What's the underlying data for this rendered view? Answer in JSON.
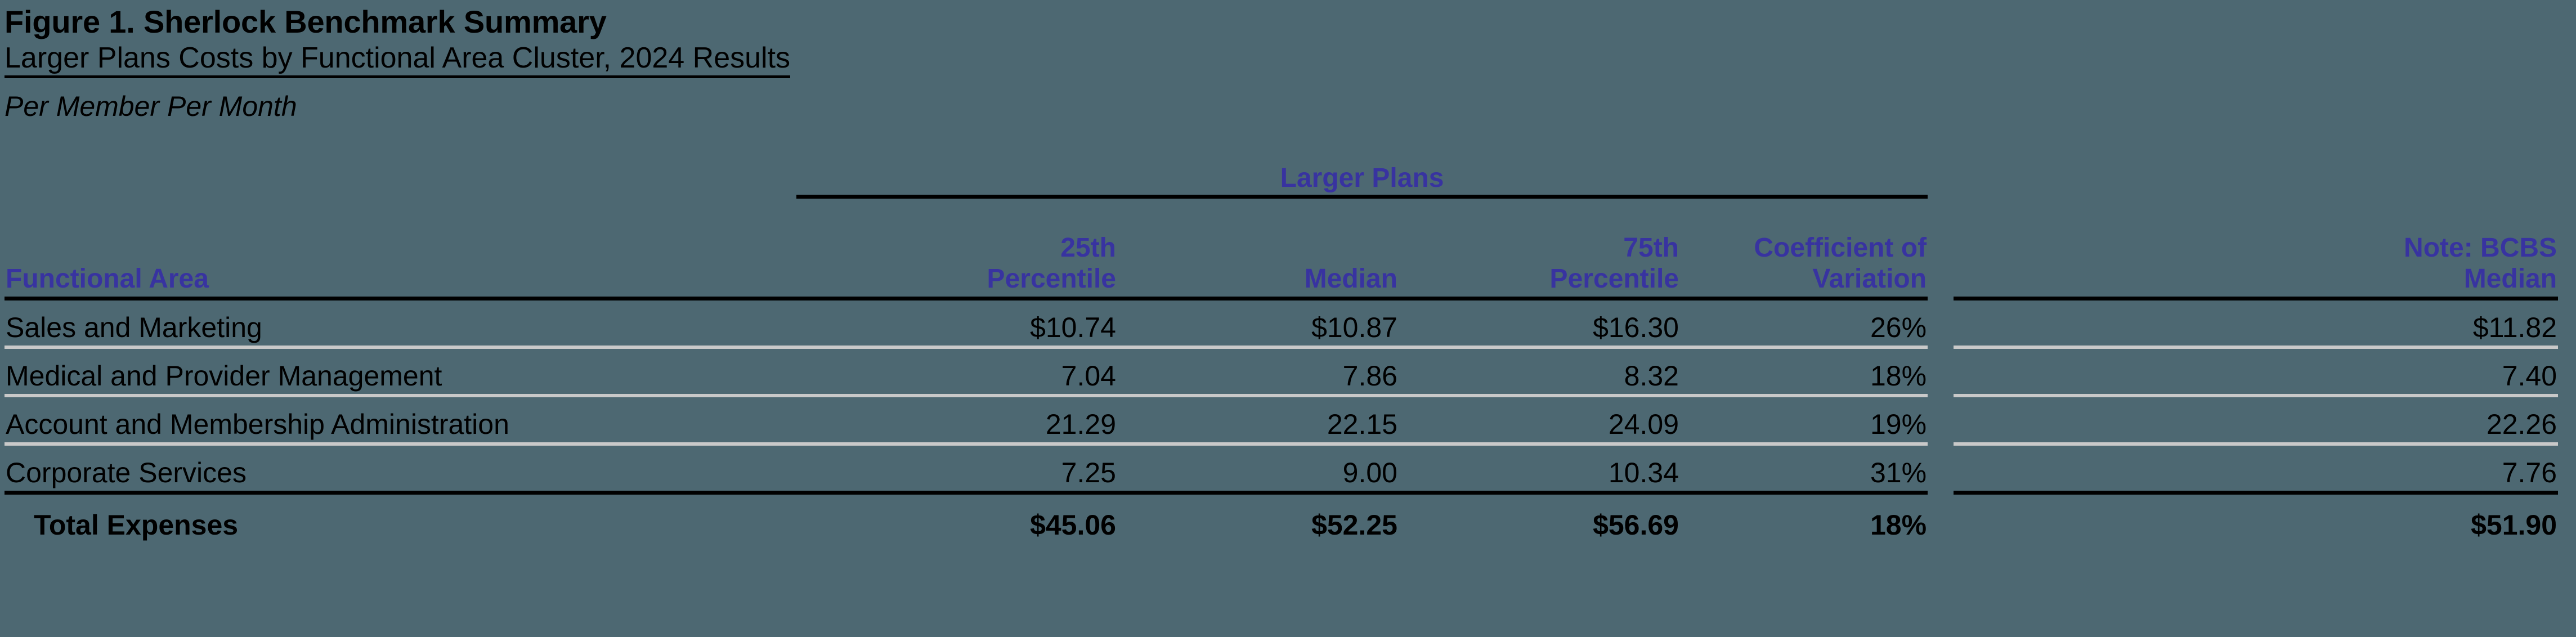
{
  "figure": {
    "title": "Figure 1. Sherlock Benchmark Summary",
    "subtitle": "Larger Plans Costs by Functional Area Cluster, 2024 Results",
    "unit_note": "Per Member Per Month"
  },
  "colors": {
    "background": "#4d6872",
    "header_text": "#3833a0",
    "body_text": "#000000",
    "rule": "#000000",
    "row_separator": "#c9c9c9"
  },
  "table": {
    "spanner_label": "Larger Plans",
    "row_header_label": "Functional Area",
    "columns": [
      {
        "id": "p25",
        "label_line1": "25th",
        "label_line2": "Percentile",
        "align": "right",
        "group": "Larger Plans"
      },
      {
        "id": "med",
        "label_line1": "",
        "label_line2": "Median",
        "align": "right",
        "group": "Larger Plans"
      },
      {
        "id": "p75",
        "label_line1": "75th",
        "label_line2": "Percentile",
        "align": "right",
        "group": "Larger Plans"
      },
      {
        "id": "cov",
        "label_line1": "Coefficient of",
        "label_line2": "Variation",
        "align": "right",
        "group": "Larger Plans"
      },
      {
        "id": "bcbs",
        "label_line1": "Note: BCBS",
        "label_line2": "Median",
        "align": "right",
        "group": ""
      }
    ],
    "rows": [
      {
        "area": "Sales and Marketing",
        "p25": "$10.74",
        "med": "$10.87",
        "p75": "$16.30",
        "cov": "26%",
        "bcbs": "$11.82"
      },
      {
        "area": "Medical and Provider Management",
        "p25": "7.04",
        "med": "7.86",
        "p75": "8.32",
        "cov": "18%",
        "bcbs": "7.40"
      },
      {
        "area": "Account and Membership Administration",
        "p25": "21.29",
        "med": "22.15",
        "p75": "24.09",
        "cov": "19%",
        "bcbs": "22.26"
      },
      {
        "area": "Corporate Services",
        "p25": "7.25",
        "med": "9.00",
        "p75": "10.34",
        "cov": "31%",
        "bcbs": "7.76"
      }
    ],
    "total_row": {
      "area": "Total Expenses",
      "p25": "$45.06",
      "med": "$52.25",
      "p75": "$56.69",
      "cov": "18%",
      "bcbs": "$51.90"
    }
  },
  "chart_data": {
    "type": "table",
    "title": "Figure 1. Sherlock Benchmark Summary",
    "subtitle": "Larger Plans Costs by Functional Area Cluster, 2024 Results",
    "units": "Per Member Per Month",
    "column_headers": [
      "Functional Area",
      "25th Percentile",
      "Median",
      "75th Percentile",
      "Coefficient of Variation",
      "Note: BCBS Median"
    ],
    "column_group": "Larger Plans",
    "categories": [
      "Sales and Marketing",
      "Medical and Provider Management",
      "Account and Membership Administration",
      "Corporate Services",
      "Total Expenses"
    ],
    "series": [
      {
        "name": "25th Percentile",
        "values": [
          10.74,
          7.04,
          21.29,
          7.25,
          45.06
        ]
      },
      {
        "name": "Median",
        "values": [
          10.87,
          7.86,
          22.15,
          9.0,
          52.25
        ]
      },
      {
        "name": "75th Percentile",
        "values": [
          16.3,
          8.32,
          24.09,
          10.34,
          56.69
        ]
      },
      {
        "name": "Coefficient of Variation",
        "values": [
          26,
          18,
          19,
          31,
          18
        ]
      },
      {
        "name": "Note: BCBS Median",
        "values": [
          11.82,
          7.4,
          22.26,
          7.76,
          51.9
        ]
      }
    ],
    "ylabel": "Per Member Per Month (USD)",
    "xlabel": "Functional Area",
    "grid": false,
    "legend": "none"
  }
}
